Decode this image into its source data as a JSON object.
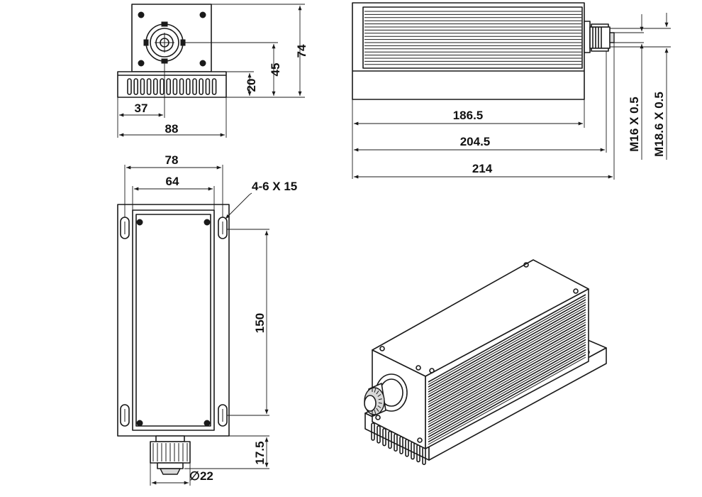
{
  "dimensions": {
    "end_view": {
      "height_total": "74",
      "center_height": "45",
      "base_height": "20",
      "center_offset": "37",
      "width": "88"
    },
    "side_view": {
      "len_body": "186.5",
      "len_mid": "204.5",
      "len_total": "214",
      "thread_1": "M16 X 0.5",
      "thread_2": "M18.6 X 0.5"
    },
    "top_view": {
      "width_outer": "78",
      "width_inner": "64",
      "slots": "4-6 X 15",
      "hole_pitch": "150",
      "front_offset": "17.5",
      "diameter": "∅22"
    }
  },
  "colors": {
    "line": "#1a1a1a",
    "background": "#ffffff",
    "shade": "#d9d9d9"
  }
}
